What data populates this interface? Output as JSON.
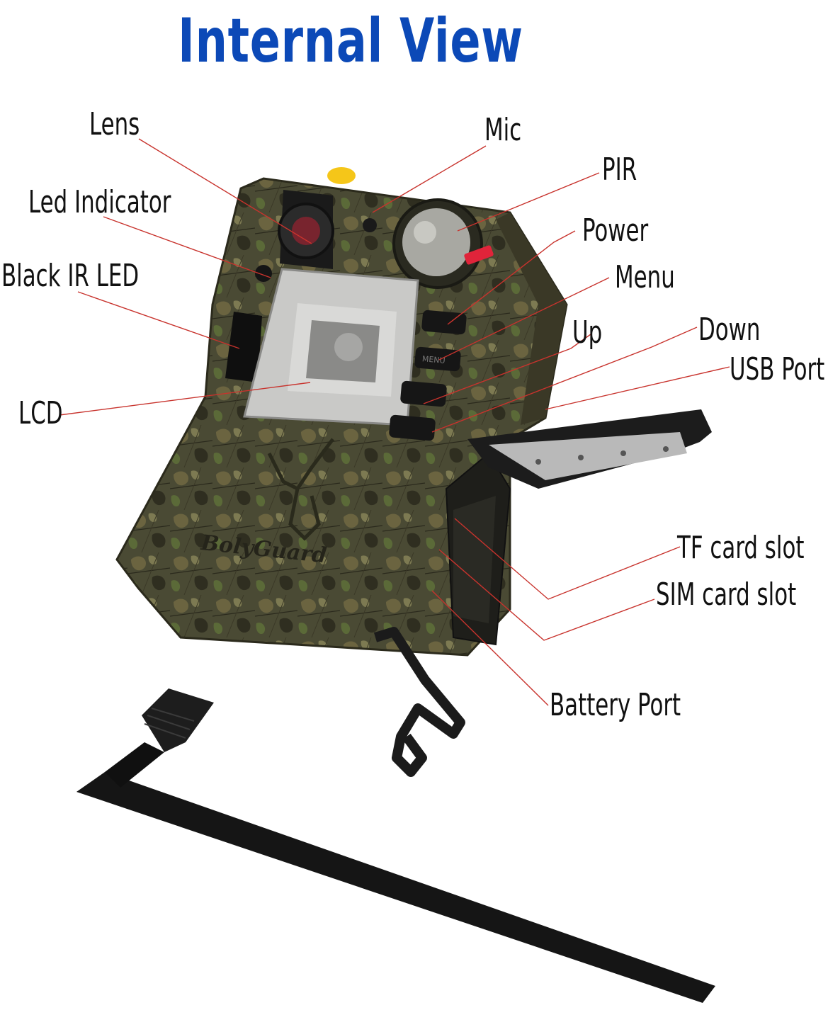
{
  "title": "Internal View",
  "brand_mark": "BolyGuard",
  "button_marks": {
    "menu": "MENU"
  },
  "colors": {
    "title": "#0c49b7",
    "leader_line": "#c8332d",
    "label_text": "#111111",
    "camo_base": "#4a4a34",
    "antenna": "#151515",
    "indicator_tab": "#e0243a",
    "top_knob": "#f5c619"
  },
  "labels": [
    {
      "id": "lens",
      "text": "Lens"
    },
    {
      "id": "mic",
      "text": "Mic"
    },
    {
      "id": "pir",
      "text": "PIR"
    },
    {
      "id": "led-indicator",
      "text": "Led Indicator"
    },
    {
      "id": "power",
      "text": "Power"
    },
    {
      "id": "black-ir-led",
      "text": "Black IR LED"
    },
    {
      "id": "menu",
      "text": "Menu"
    },
    {
      "id": "up",
      "text": "Up"
    },
    {
      "id": "down",
      "text": "Down"
    },
    {
      "id": "usb-port",
      "text": "USB Port"
    },
    {
      "id": "lcd",
      "text": "LCD"
    },
    {
      "id": "tf-card-slot",
      "text": "TF card slot"
    },
    {
      "id": "sim-card-slot",
      "text": "SIM card slot"
    },
    {
      "id": "battery-port",
      "text": "Battery Port"
    }
  ]
}
